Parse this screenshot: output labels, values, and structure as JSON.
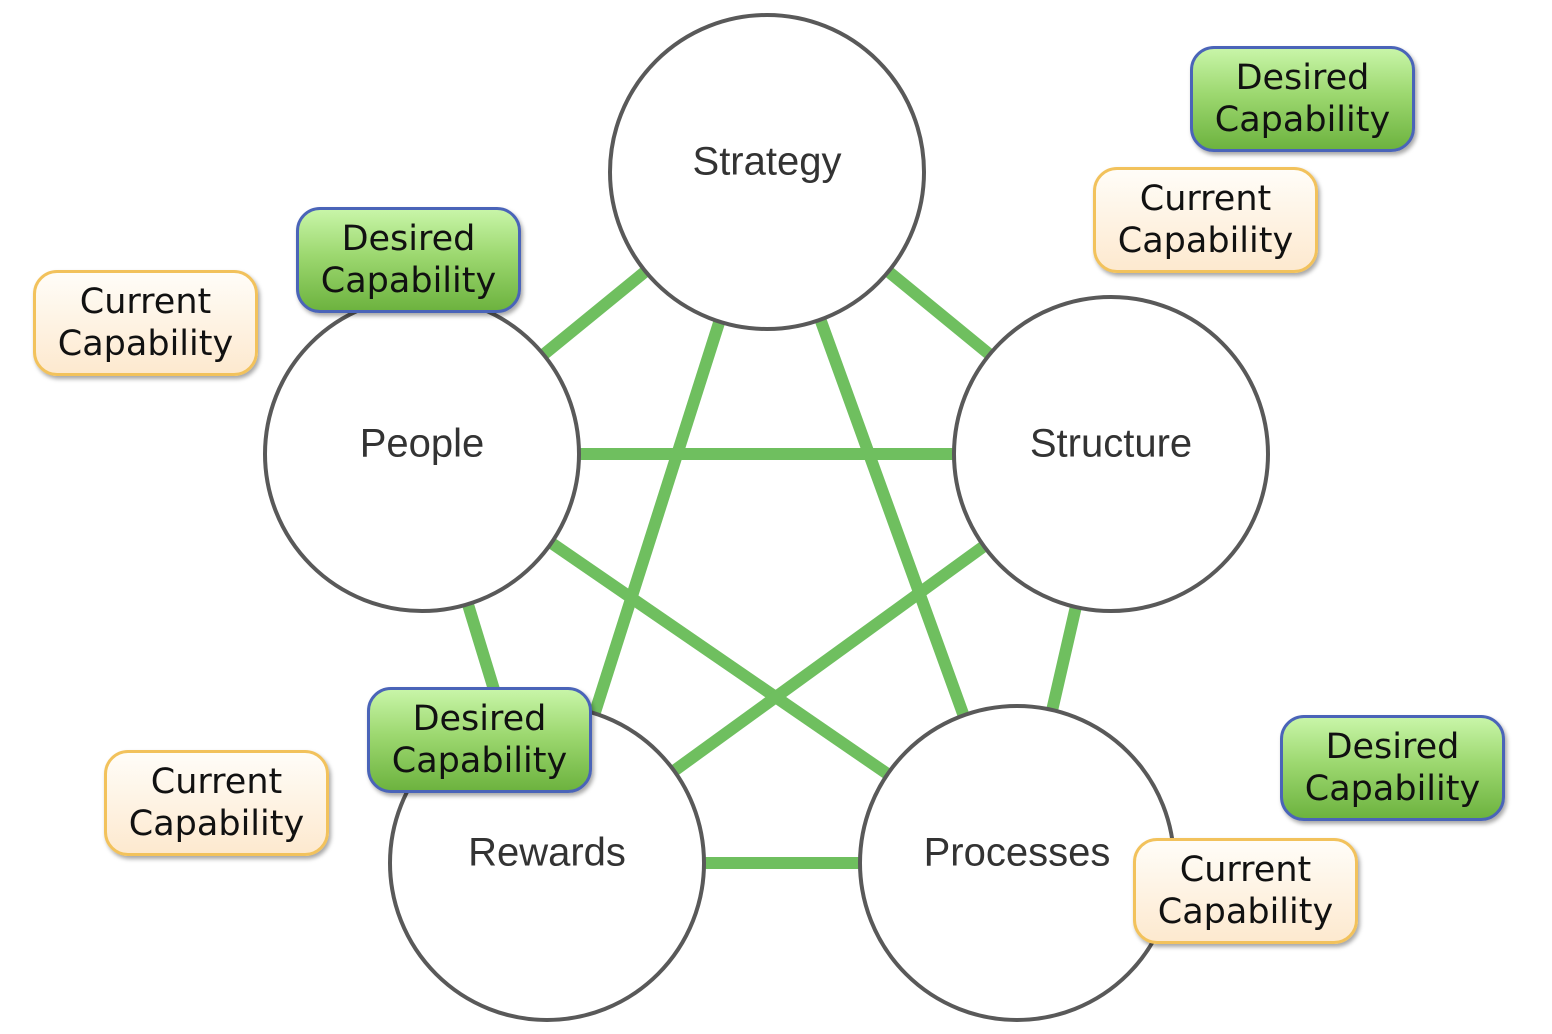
{
  "nodes": [
    {
      "id": "strategy",
      "label": "Strategy"
    },
    {
      "id": "structure",
      "label": "Structure"
    },
    {
      "id": "processes",
      "label": "Processes"
    },
    {
      "id": "rewards",
      "label": "Rewards"
    },
    {
      "id": "people",
      "label": "People"
    }
  ],
  "connections": [
    [
      "strategy",
      "structure"
    ],
    [
      "strategy",
      "people"
    ],
    [
      "strategy",
      "rewards"
    ],
    [
      "strategy",
      "processes"
    ],
    [
      "people",
      "structure"
    ],
    [
      "people",
      "rewards"
    ],
    [
      "people",
      "processes"
    ],
    [
      "structure",
      "processes"
    ],
    [
      "structure",
      "rewards"
    ],
    [
      "rewards",
      "processes"
    ]
  ],
  "capability_tags": {
    "structure": {
      "desired": {
        "line1": "Desired",
        "line2": "Capability"
      },
      "current": {
        "line1": "Current",
        "line2": "Capability"
      }
    },
    "people": {
      "desired": {
        "line1": "Desired",
        "line2": "Capability"
      },
      "current": {
        "line1": "Current",
        "line2": "Capability"
      }
    },
    "rewards": {
      "desired": {
        "line1": "Desired",
        "line2": "Capability"
      },
      "current": {
        "line1": "Current",
        "line2": "Capability"
      }
    },
    "processes": {
      "desired": {
        "line1": "Desired",
        "line2": "Capability"
      },
      "current": {
        "line1": "Current",
        "line2": "Capability"
      }
    }
  },
  "colors": {
    "connector": "#6fbf5f",
    "circle_stroke": "#595959",
    "desired_fill": "#8fcf63",
    "desired_border": "#4a64b8",
    "current_fill": "#fde9cf",
    "current_border": "#f2c25c"
  }
}
